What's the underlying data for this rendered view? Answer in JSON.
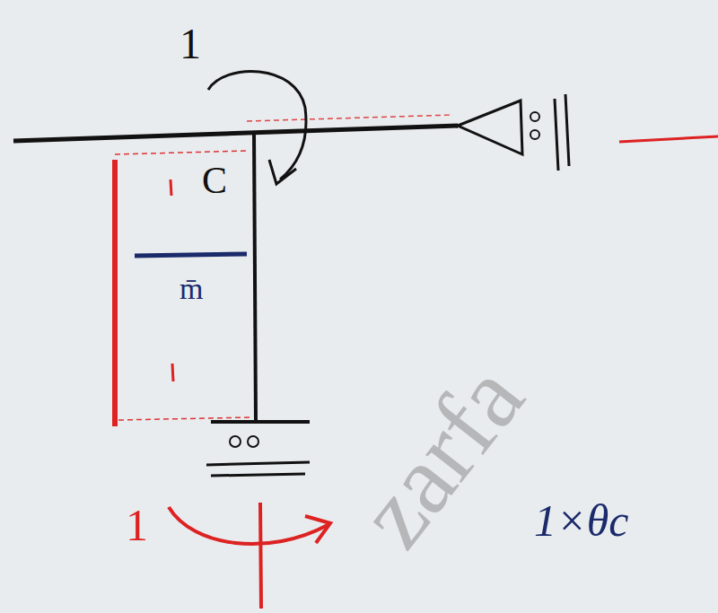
{
  "diagram": {
    "labels": [
      "1",
      "C",
      "m̄",
      "1",
      "1×θc",
      "zarfa"
    ]
  }
}
